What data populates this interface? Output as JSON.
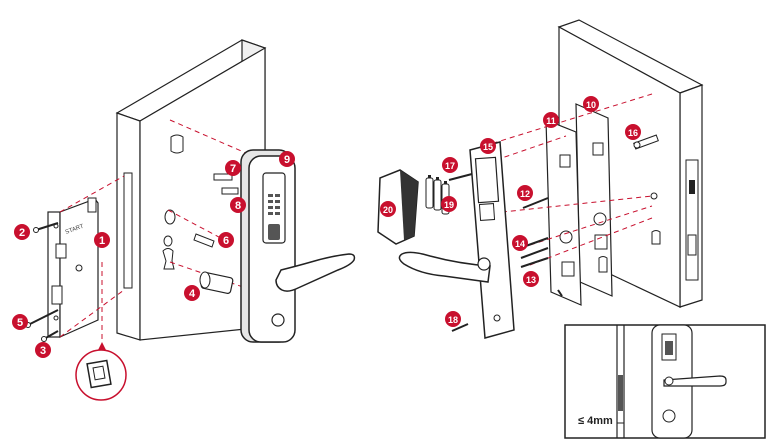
{
  "colors": {
    "badge": "#c8102e",
    "badge_text": "#ffffff",
    "line": "#222222",
    "dash": "#c8102e",
    "panel_face": "#ffffff",
    "panel_shadow": "#e6e6e6",
    "handle_dark": "#333333",
    "sensor": "#555555"
  },
  "callouts": {
    "c1": "1",
    "c2": "2",
    "c3": "3",
    "c4": "4",
    "c5": "5",
    "c6": "6",
    "c7": "7",
    "c8": "8",
    "c9": "9",
    "c10": "10",
    "c11": "11",
    "c12": "12",
    "c13": "13",
    "c14": "14",
    "c15": "15",
    "c16": "16",
    "c17": "17",
    "c18": "18",
    "c19": "19",
    "c20": "20"
  },
  "labels": {
    "start": "START",
    "inset_gap": "≤ 4mm"
  },
  "icons": {
    "fingerprint_sensor": "fingerprint-sensor-icon",
    "keypad": "keypad-icon",
    "keyhole": "keyhole-icon"
  }
}
